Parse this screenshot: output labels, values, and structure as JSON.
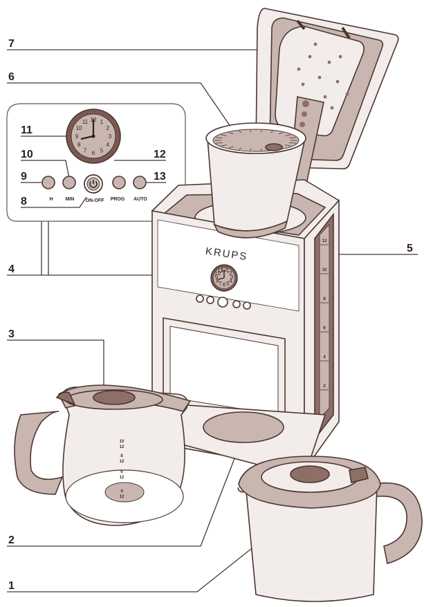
{
  "callouts": {
    "n1": "1",
    "n2": "2",
    "n3": "3",
    "n4": "4",
    "n5": "5",
    "n6": "6",
    "n7": "7",
    "n8": "8",
    "n9": "9",
    "n10": "10",
    "n11": "11",
    "n12": "12",
    "n13": "13"
  },
  "brand": "KRUPS",
  "panel": {
    "h_label": "H",
    "min_label": "MIN",
    "onoff_label": "ON-OFF",
    "prog_label": "PROG",
    "auto_label": "AUTO",
    "power_icon": "power-icon"
  },
  "clock": {
    "numbers": [
      "12",
      "1",
      "2",
      "3",
      "4",
      "5",
      "6",
      "7",
      "8",
      "9",
      "10",
      "11"
    ]
  },
  "carafe_marks": {
    "m10": "10",
    "m10b": "12",
    "m8": "8",
    "m8b": "12",
    "m6": "6",
    "m6b": "12",
    "m4": "4",
    "m4b": "12"
  },
  "gauge_marks": [
    "12",
    "10",
    "8",
    "6",
    "4",
    "2"
  ],
  "colors": {
    "line": "#4a3530",
    "fill_light": "#f2ecea",
    "fill_mid": "#c9b6b1",
    "fill_dark": "#8e6f68",
    "clock_ring": "#7a5a52"
  }
}
